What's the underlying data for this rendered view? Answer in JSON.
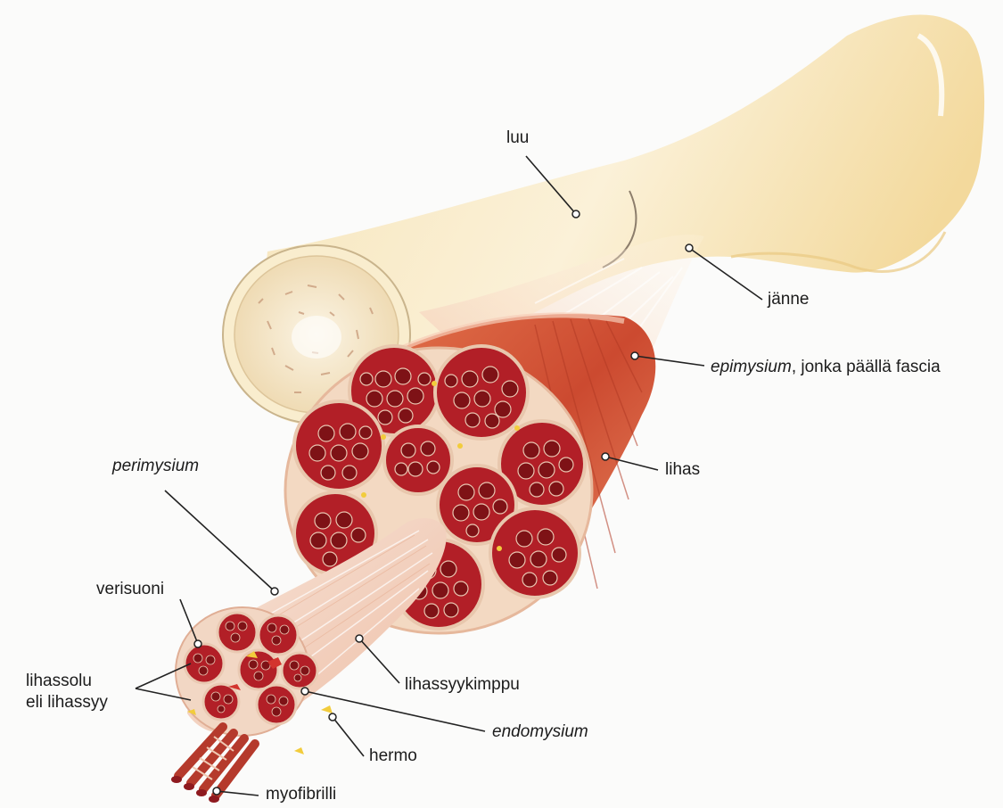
{
  "labels": {
    "luu": "luu",
    "janne": "jänne",
    "epimysium_term": "epimysium",
    "epimysium_rest": ", jonka päällä fascia",
    "lihas": "lihas",
    "perimysium": "perimysium",
    "verisuoni": "verisuoni",
    "lihassolu_line1": "lihassolu",
    "lihassolu_line2": "eli lihassyy",
    "lihassyykimppu": "lihassyykimppu",
    "endomysium": "endomysium",
    "hermo": "hermo",
    "myofibrilli": "myofibrilli"
  },
  "colors": {
    "bone": "#f7e6bd",
    "bone_shade": "#ecd197",
    "muscle_red": "#d75a3c",
    "fiber_red": "#a81e24",
    "connective": "#f5dfcf",
    "nerve_yellow": "#f2cc3c"
  }
}
